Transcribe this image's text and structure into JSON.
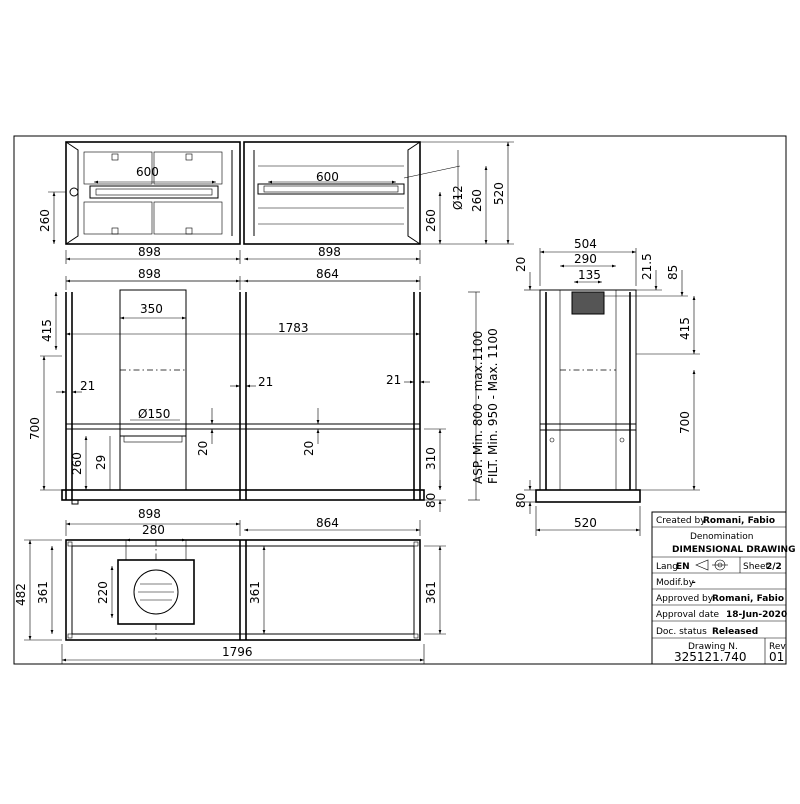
{
  "dimensions": {
    "top_left_width": "898",
    "top_right_width": "898",
    "top_height_left": "260",
    "top_inner_left": "600",
    "top_inner_right": "600",
    "top_dia": "Ø12",
    "top_h1": "260",
    "top_h2": "520",
    "top_h3": "260",
    "front_left_width": "898",
    "front_right_width": "864",
    "front_duct_width": "350",
    "front_total": "1783",
    "front_415": "415",
    "front_700": "700",
    "front_21a": "21",
    "front_21b": "21",
    "front_21c": "21",
    "front_dia150": "Ø150",
    "front_260": "260",
    "front_29": "29",
    "front_20a": "20",
    "front_20b": "20",
    "front_310": "310",
    "front_80": "80",
    "range_label": "ASP. Min. 800 - max.1100",
    "range_label2": "FILT. Min. 950 - Max. 1100",
    "side_504": "504",
    "side_290": "290",
    "side_135": "135",
    "side_20": "20",
    "side_215": "21.5",
    "side_85": "85",
    "side_415": "415",
    "side_700": "700",
    "side_80": "80",
    "side_520": "520",
    "plan_left": "898",
    "plan_right": "864",
    "plan_280": "280",
    "plan_220": "220",
    "plan_482": "482",
    "plan_361a": "361",
    "plan_361b": "361",
    "plan_361c": "361",
    "plan_total": "1796"
  },
  "title_block": {
    "created_label": "Created by",
    "created_value": "Romani, Fabio",
    "denomination_label": "Denomination",
    "denomination_value": "DIMENSIONAL DRAWING",
    "lang_label": "Lang",
    "lang_value": "EN",
    "sheet_label": "Sheet",
    "sheet_value": "2/2",
    "modif_label": "Modif.by",
    "modif_value": "-",
    "approved_label": "Approved by",
    "approved_value": "Romani, Fabio",
    "approval_date_label": "Approval date",
    "approval_date_value": "18-Jun-2020",
    "doc_status_label": "Doc. status",
    "doc_status_value": "Released",
    "drawing_label": "Drawing N.",
    "drawing_value": "325121.740",
    "rev_label": "Rev",
    "rev_value": "01"
  }
}
